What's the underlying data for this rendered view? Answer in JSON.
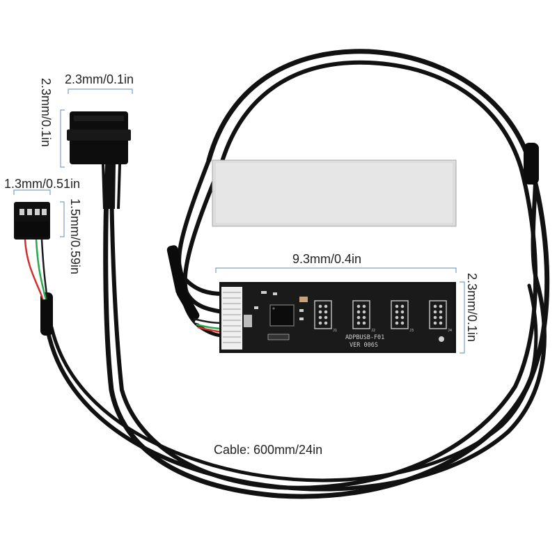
{
  "dimensions": {
    "molex_width": "2.3mm/0.1in",
    "molex_height": "2.3mm/0.1in",
    "header_width": "1.3mm/0.51in",
    "header_height": "1.5mm/0.59in",
    "board_width": "9.3mm/0.4in",
    "board_height": "2.3mm/0.1in",
    "cable_length": "Cable: 600mm/24in"
  },
  "board": {
    "model": "ADPBUSB-F01",
    "version": "VER 006S",
    "port_labels": [
      "J1",
      "J2",
      "J3",
      "J4"
    ]
  },
  "colors": {
    "cable": "#111111",
    "pcb": "#141414",
    "dimension_line": "#7aa0c8",
    "pad": "#d9d9d9"
  }
}
